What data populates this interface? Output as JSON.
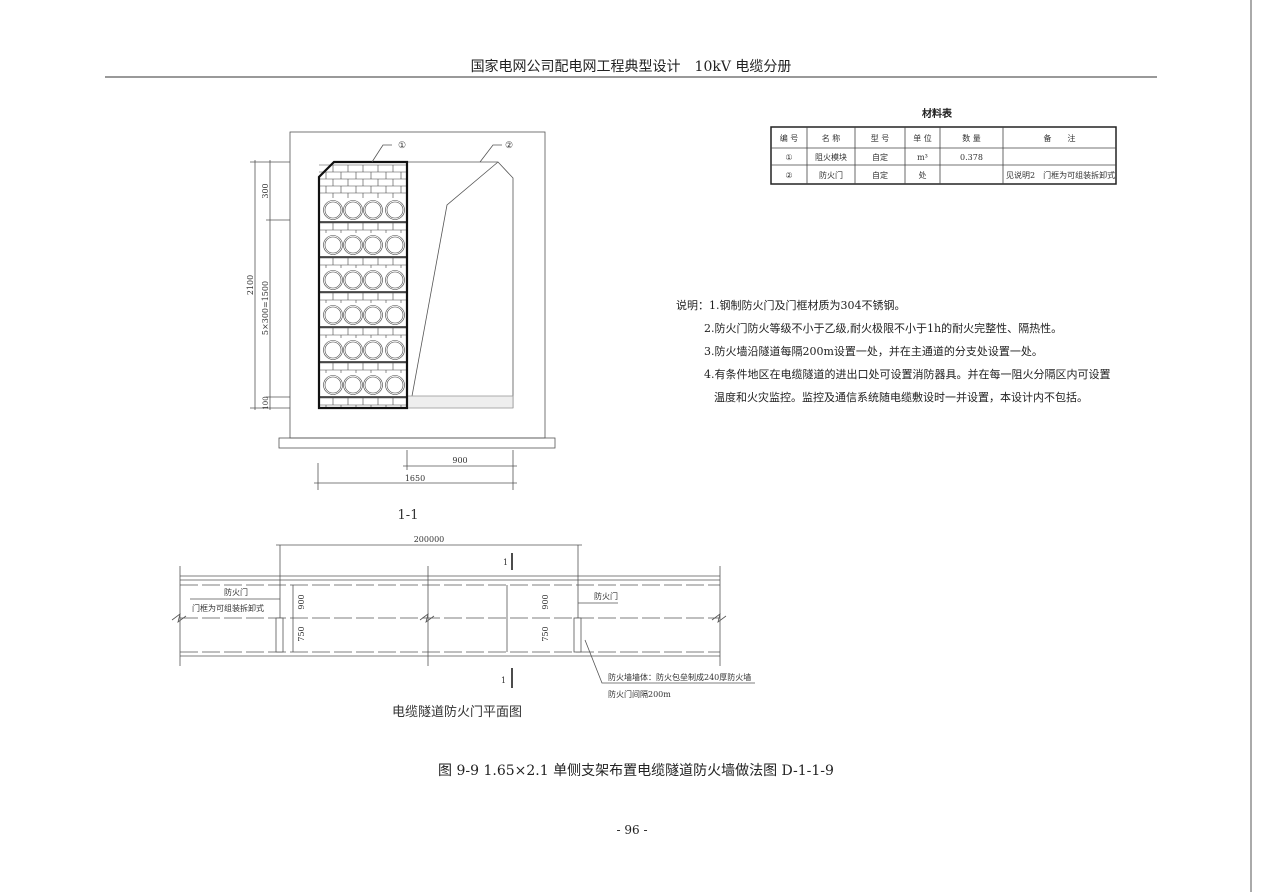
{
  "header": {
    "title": "国家电网公司配电网工程典型设计　10kV 电缆分册"
  },
  "material_table": {
    "title": "材料表",
    "columns": [
      "编 号",
      "名 称",
      "型 号",
      "单 位",
      "数 量",
      "备　　注"
    ],
    "rows": [
      [
        "①",
        "阻火模块",
        "自定",
        "m³",
        "0.378",
        ""
      ],
      [
        "②",
        "防火门",
        "自定",
        "处",
        "",
        "见说明2　门框为可组装拆卸式"
      ]
    ]
  },
  "notes": {
    "items": [
      "说明：1.钢制防火门及门框材质为304不锈钢。",
      "2.防火门防火等级不小于乙级,耐火极限不小于1h的耐火完整性、隔热性。",
      "3.防火墙沿隧道每隔200m设置一处，并在主通道的分支处设置一处。",
      "4.有条件地区在电缆隧道的进出口处可设置消防器具。并在每一阻火分隔区内可设置",
      "温度和火灾监控。监控及通信系统随电缆敷设时一并设置，本设计内不包括。"
    ]
  },
  "section_view": {
    "label": "1-1",
    "callout_1": "①",
    "callout_2": "②",
    "dim_total_height": "2100",
    "dim_top": "300",
    "dim_rows": "5×300=1500",
    "dim_bottom": "100",
    "dim_door_width": "900",
    "dim_total_width": "1650"
  },
  "plan_view": {
    "title": "电缆隧道防火门平面图",
    "dim_spacing": "200000",
    "section_mark_top": "1",
    "section_mark_bottom": "1",
    "left_door_label": "防火门",
    "left_door_note": "门框为可组装拆卸式",
    "right_door_label": "防火门",
    "dim_900_left": "900",
    "dim_750_left": "750",
    "dim_900_right": "900",
    "dim_750_right": "750",
    "wall_note_1": "防火墙墙体：防火包垒制成240厚防火墙",
    "wall_note_2": "防火门间隔200m"
  },
  "caption": "图 9-9  1.65×2.1 单侧支架布置电缆隧道防火墙做法图 D-1-1-9",
  "page_number": "- 96 -"
}
